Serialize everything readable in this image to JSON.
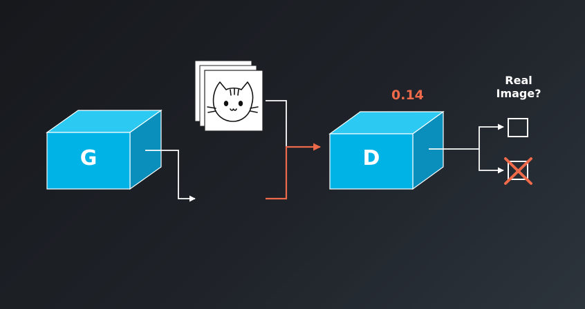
{
  "generator": {
    "label": "G"
  },
  "discriminator": {
    "label": "D"
  },
  "score": "0.14",
  "question": {
    "line1": "Real",
    "line2": "Image?"
  },
  "colors": {
    "box_front": "#00b3e6",
    "box_side": "#0a8fbd",
    "box_top": "#2ccaf3",
    "accent": "#ee6a4a",
    "line": "#ffffff"
  },
  "icons": {
    "training_images": "cat-face-icon",
    "real_option": "empty-checkbox-icon",
    "fake_option": "crossed-checkbox-icon"
  }
}
